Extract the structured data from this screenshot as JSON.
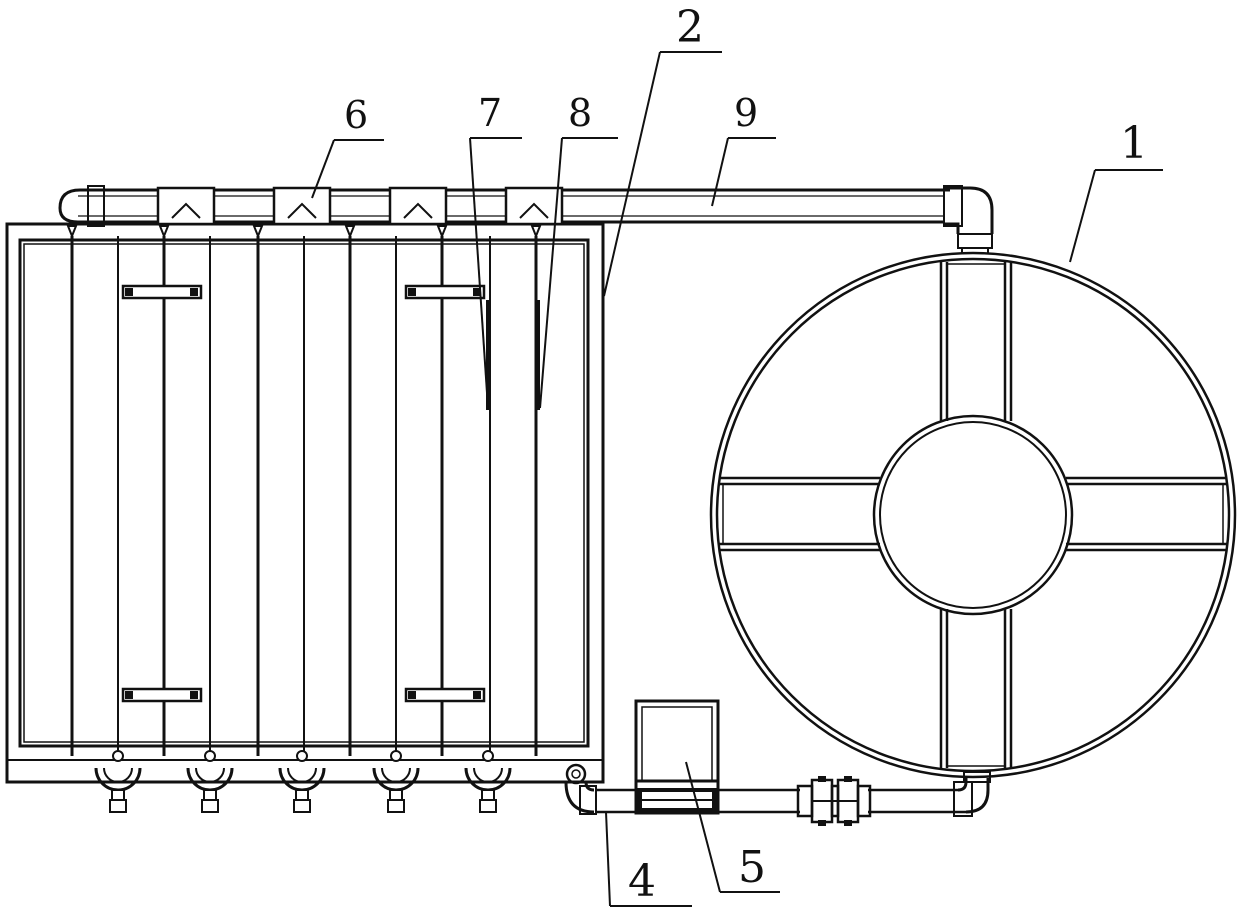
{
  "labels": {
    "l1": "1",
    "l2": "2",
    "l4": "4",
    "l5": "5",
    "l6": "6",
    "l7": "7",
    "l8": "8",
    "l9": "9"
  },
  "colors": {
    "line": "#111111",
    "background": "#ffffff"
  }
}
